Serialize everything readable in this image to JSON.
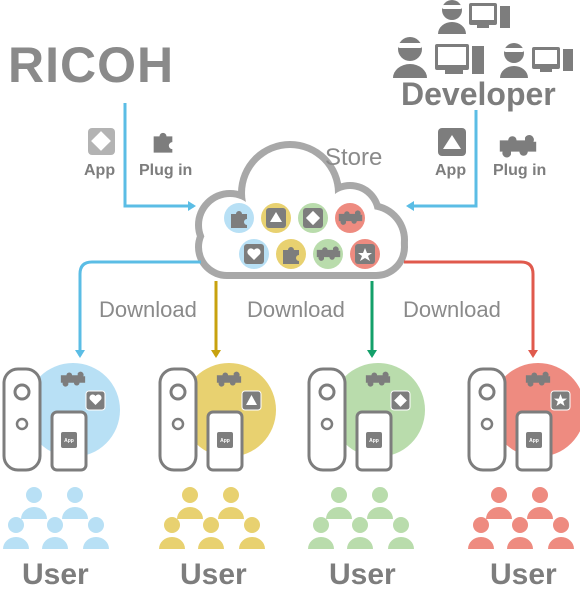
{
  "brand": {
    "name": "RICOH"
  },
  "developer": {
    "label": "Developer"
  },
  "store": {
    "label": "Store"
  },
  "left_submission": {
    "app_label": "App",
    "plugin_label": "Plug in"
  },
  "right_submission": {
    "app_label": "App",
    "plugin_label": "Plug in"
  },
  "downloads": [
    "Download",
    "Download",
    "Download"
  ],
  "phone_badge": "App",
  "users": [
    {
      "label": "User",
      "color": "#b8e0f5"
    },
    {
      "label": "User",
      "color": "#e8d170"
    },
    {
      "label": "User",
      "color": "#b9dcac"
    },
    {
      "label": "User",
      "color": "#ee8b80"
    }
  ],
  "arrow_colors": [
    "#5bbde5",
    "#c8a20e",
    "#14a06a",
    "#e05a4d"
  ],
  "colors": {
    "gray": "#7d7d7d",
    "cloud_stroke": "#a8a8a8",
    "submit_arrow": "#5bbde5"
  }
}
